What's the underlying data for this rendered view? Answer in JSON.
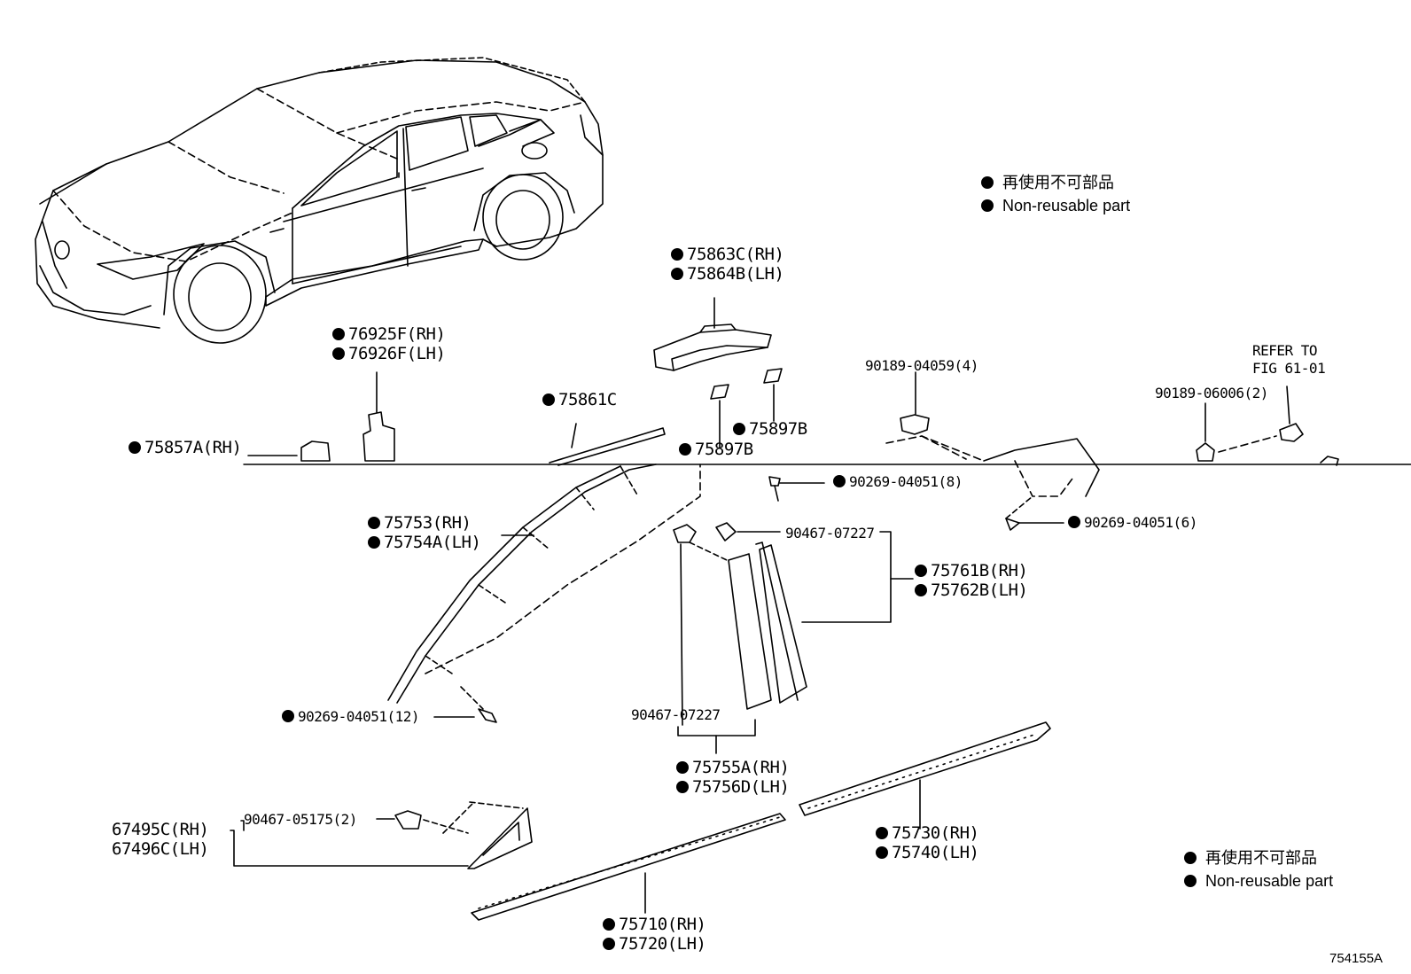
{
  "legend_top": {
    "line1": "再使用不可部品",
    "line2": "Non-reusable part"
  },
  "legend_bottom": {
    "line1": "再使用不可部品",
    "line2": "Non-reusable part"
  },
  "figure_number": "754155A",
  "callouts": {
    "p75863": {
      "rh": "75863C(RH)",
      "lh": "75864B(LH)"
    },
    "p76925": {
      "rh": "76925F(RH)",
      "lh": "76926F(LH)"
    },
    "p75861": "75861C",
    "p75897_upper": "75897B",
    "p75897_lower": "75897B",
    "p75857_rh": "75857A(RH)",
    "bolt_90189_04059": "90189-04059(4)",
    "refer_to": {
      "line1": "REFER TO",
      "line2": "FIG 61-01"
    },
    "bolt_90189_06006": "90189-06006(2)",
    "clip_90269_8": "90269-04051(8)",
    "clip_90269_6": "90269-04051(6)",
    "p75753": {
      "rh": "75753(RH)",
      "lh": "75754A(LH)"
    },
    "clip_90467_upper": "90467-07227",
    "p75761": {
      "rh": "75761B(RH)",
      "lh": "75762B(LH)"
    },
    "clip_90269_12": "90269-04051(12)",
    "clip_90467_lower": "90467-07227",
    "p75755": {
      "rh": "75755A(RH)",
      "lh": "75756D(LH)"
    },
    "p67495": {
      "rh": "67495C(RH)",
      "lh": "67496C(LH)"
    },
    "clip_90467_05175": "90467-05175(2)",
    "p75730": {
      "rh": "75730(RH)",
      "lh": "75740(LH)"
    },
    "p75710": {
      "rh": "75710(RH)",
      "lh": "75720(LH)"
    }
  }
}
